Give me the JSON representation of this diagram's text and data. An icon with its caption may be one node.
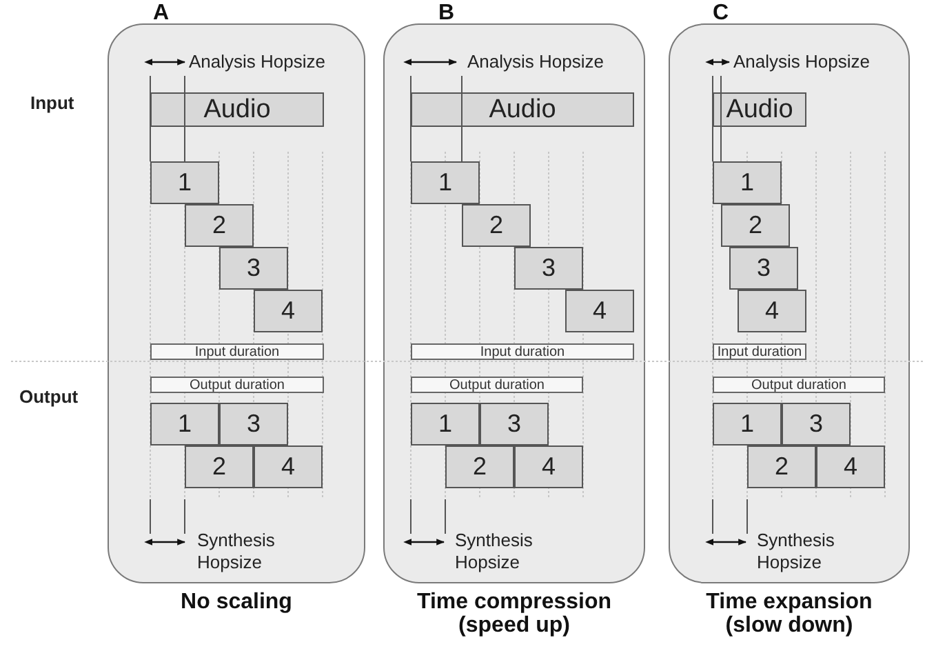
{
  "diagram": {
    "nodes": [
      {
        "text": [
          "A"
        ],
        "beside": [
          "No scaling"
        ]
      },
      {
        "text": [
          "Audio"
        ],
        "in": 0
      },
      {
        "text": [
          "1"
        ],
        "in": 0
      },
      {
        "text": [
          "2"
        ],
        "in": 0
      },
      {
        "text": [
          "3"
        ],
        "in": 0
      },
      {
        "text": [
          "4"
        ],
        "in": 0
      },
      {
        "text": [
          "Input duration"
        ],
        "in": 0
      },
      {
        "text": [
          "Output duration"
        ],
        "in": 0
      },
      {
        "text": [
          "1"
        ],
        "in": 0
      },
      {
        "text": [
          "3"
        ],
        "in": 0
      },
      {
        "text": [
          "2"
        ],
        "in": 0
      },
      {
        "text": [
          "4"
        ],
        "in": 0
      },
      {
        "text": [
          "B"
        ],
        "beside": [
          "Time compression (speed up)"
        ]
      },
      {
        "text": [
          "Audio"
        ],
        "in": 12
      },
      {
        "text": [
          "1"
        ],
        "in": 12
      },
      {
        "text": [
          "2"
        ],
        "in": 12
      },
      {
        "text": [
          "3"
        ],
        "in": 12
      },
      {
        "text": [
          "4"
        ],
        "in": 12
      },
      {
        "text": [
          "Input duration"
        ],
        "in": 12
      },
      {
        "text": [
          "Output duration"
        ],
        "in": 12
      },
      {
        "text": [
          "1"
        ],
        "in": 12
      },
      {
        "text": [
          "3"
        ],
        "in": 12
      },
      {
        "text": [
          "2"
        ],
        "in": 12
      },
      {
        "text": [
          "4"
        ],
        "in": 12
      },
      {
        "text": [
          "C"
        ],
        "beside": [
          "Time expansion (slow down)"
        ]
      },
      {
        "text": [
          "Audio"
        ],
        "in": 24
      },
      {
        "text": [
          "1"
        ],
        "in": 24
      },
      {
        "text": [
          "2"
        ],
        "in": 24
      },
      {
        "text": [
          "3"
        ],
        "in": 24
      },
      {
        "text": [
          "4"
        ],
        "in": 24
      },
      {
        "text": [
          "Input duration"
        ],
        "in": 24
      },
      {
        "text": [
          "Output duration"
        ],
        "in": 24
      },
      {
        "text": [
          "1"
        ],
        "in": 24
      },
      {
        "text": [
          "3"
        ],
        "in": 24
      },
      {
        "text": [
          "2"
        ],
        "in": 24
      },
      {
        "text": [
          "4"
        ],
        "in": 24
      }
    ],
    "labels": [
      "Analysis Hopsize",
      "Analysis Hopsize",
      "Analysis Hopsize",
      "Input",
      "Output",
      "Synthesis Hopsize",
      "Synthesis Hopsize",
      "Synthesis Hopsize"
    ]
  }
}
